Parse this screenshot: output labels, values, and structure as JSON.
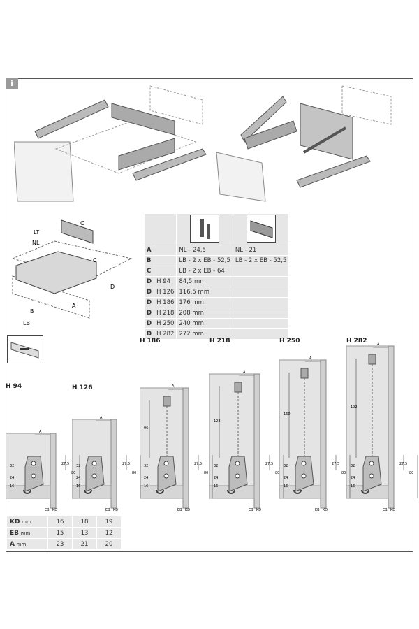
{
  "info_badge": "i",
  "drawer_diagram": {
    "labels": {
      "lt": "LT",
      "nl": "NL",
      "c_top": "C",
      "c": "C",
      "d": "D",
      "b": "B",
      "a": "A",
      "lb": "LB"
    }
  },
  "spec_table": {
    "rows": [
      {
        "key": "A",
        "height": "",
        "col1": "NL - 24,5",
        "col2": "NL - 21"
      },
      {
        "key": "B",
        "height": "",
        "col1": "LB - 2 x EB - 52,5",
        "col2": "LB - 2 x EB - 52,5"
      },
      {
        "key": "C",
        "height": "",
        "col1": "LB - 2 x EB - 64",
        "col2": ""
      },
      {
        "key": "D",
        "height": "H 94",
        "col1": "84,5 mm",
        "col2": ""
      },
      {
        "key": "D",
        "height": "H 126",
        "col1": "116,5 mm",
        "col2": ""
      },
      {
        "key": "D",
        "height": "H 186",
        "col1": "176 mm",
        "col2": ""
      },
      {
        "key": "D",
        "height": "H 218",
        "col1": "208 mm",
        "col2": ""
      },
      {
        "key": "D",
        "height": "H 250",
        "col1": "240 mm",
        "col2": ""
      },
      {
        "key": "D",
        "height": "H 282",
        "col1": "272 mm",
        "col2": ""
      }
    ]
  },
  "profiles": [
    {
      "title": "H 94",
      "upper": ""
    },
    {
      "title": "H 126",
      "upper": ""
    },
    {
      "title": "H 186",
      "upper": "96"
    },
    {
      "title": "H 218",
      "upper": "128"
    },
    {
      "title": "H 250",
      "upper": "160"
    },
    {
      "title": "H 282",
      "upper": "192"
    }
  ],
  "profile_dims": {
    "a": "A",
    "d32": "32",
    "d24": "24",
    "d16": "16",
    "d275": "27,5",
    "d80": "80",
    "eb": "EB",
    "kd": "KD"
  },
  "dims_table": {
    "rows": [
      {
        "label": "KD",
        "unit": "mm",
        "values": [
          "16",
          "18",
          "19"
        ]
      },
      {
        "label": "EB",
        "unit": "mm",
        "values": [
          "15",
          "13",
          "12"
        ]
      },
      {
        "label": "A",
        "unit": "mm",
        "values": [
          "23",
          "21",
          "20"
        ]
      }
    ]
  }
}
